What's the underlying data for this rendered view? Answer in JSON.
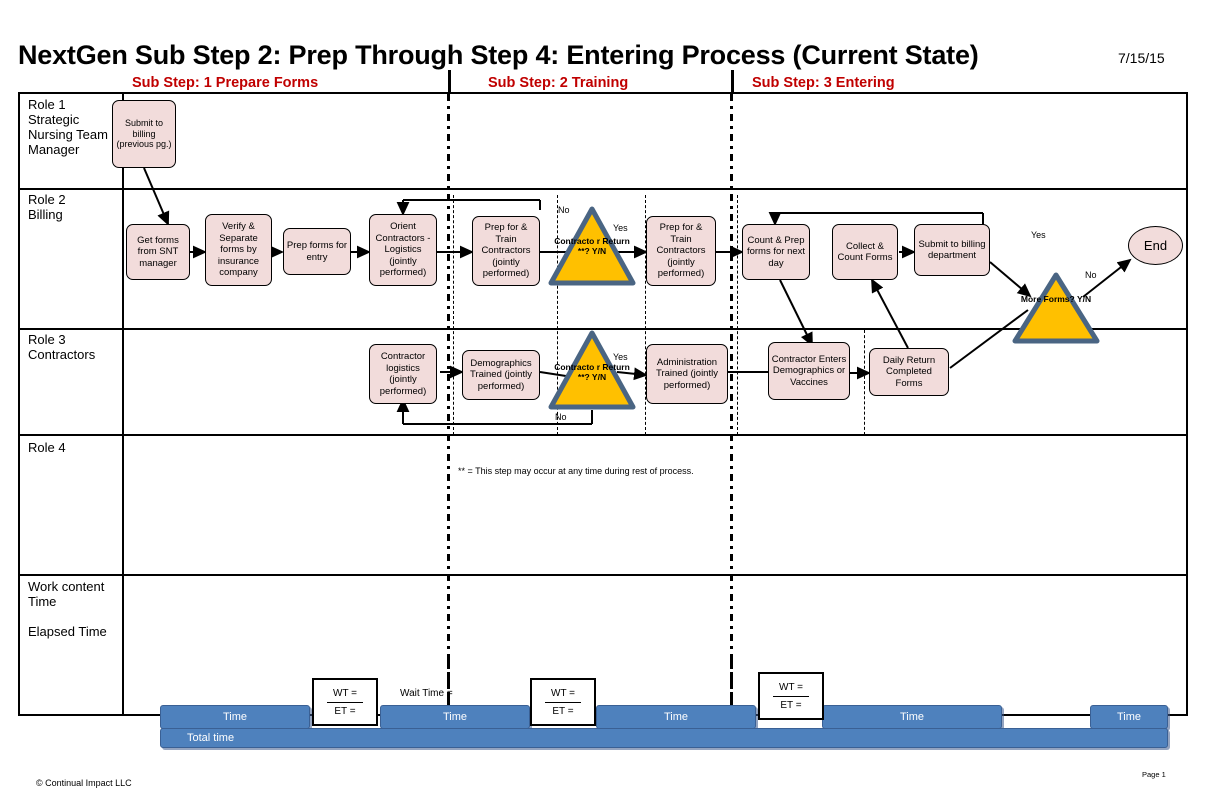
{
  "header": {
    "title": "NextGen Sub Step 2: Prep Through Step 4: Entering Process (Current State)",
    "date": "7/15/15",
    "substeps": [
      {
        "label": "Sub Step: 1 Prepare Forms"
      },
      {
        "label": "Sub Step: 2 Training"
      },
      {
        "label": "Sub Step: 3 Entering"
      }
    ]
  },
  "lanes": [
    {
      "label": "Role 1\nStrategic\nNursing Team\nManager"
    },
    {
      "label": "Role 2\nBilling"
    },
    {
      "label": "Role 3\nContractors"
    },
    {
      "label": "Role 4"
    },
    {
      "label": "Work content\nTime\n\nElapsed Time"
    }
  ],
  "nodes": {
    "submit_billing_prev": "Submit to billing (previous pg.)",
    "get_forms": "Get forms from SNT manager",
    "verify_separate": "Verify & Separate forms by insurance company",
    "prep_forms_entry": "Prep forms for entry",
    "orient_contractors": "Orient Contractors - Logistics (jointly performed)",
    "prep_train_1": "Prep for & Train Contractors (jointly performed)",
    "prep_train_2": "Prep for & Train Contractors (jointly performed)",
    "count_prep_next_day": "Count & Prep forms for next day",
    "collect_count": "Collect & Count Forms",
    "submit_billing_dept": "Submit to billing department",
    "end": "End",
    "contractor_logistics": "Contractor logistics (jointly performed)",
    "demographics_trained": "Demographics Trained (jointly performed)",
    "administration_trained": "Administration Trained (jointly performed)",
    "contractor_enters": "Contractor Enters Demographics or Vaccines",
    "daily_return": "Daily Return Completed Forms"
  },
  "decisions": {
    "contractor_return_r2": "Contracto r Return **? Y/N",
    "contractor_return_r3": "Contracto r Return **? Y/N",
    "more_forms": "More Forms? Y/N"
  },
  "branch_labels": {
    "r2_no": "No",
    "r2_yes": "Yes",
    "r3_yes": "Yes",
    "r3_no": "No",
    "more_forms_yes": "Yes",
    "more_forms_no": "No"
  },
  "footnote": "** = This step may occur at any time during rest of process.",
  "timeline": {
    "bars": [
      {
        "label": "Time"
      },
      {
        "label": "Time"
      },
      {
        "label": "Time"
      },
      {
        "label": "Time"
      },
      {
        "label": "Time"
      }
    ],
    "total_bar": {
      "label": "Total time"
    },
    "markers": [
      {
        "wt": "WT =",
        "et": "ET ="
      },
      {
        "wt": "WT =",
        "et": "ET ="
      },
      {
        "wt": "WT =",
        "et": "ET ="
      }
    ],
    "wait_time_label": "Wait Time ="
  },
  "footer": {
    "copyright": "© Continual Impact LLC",
    "page": "Page 1"
  },
  "colors": {
    "process_fill": "#F2DCDB",
    "decision_fill": "#FFC000",
    "decision_border": "#4A6583",
    "substep_text": "#C00000",
    "timeline_bar": "#4E81BD"
  }
}
